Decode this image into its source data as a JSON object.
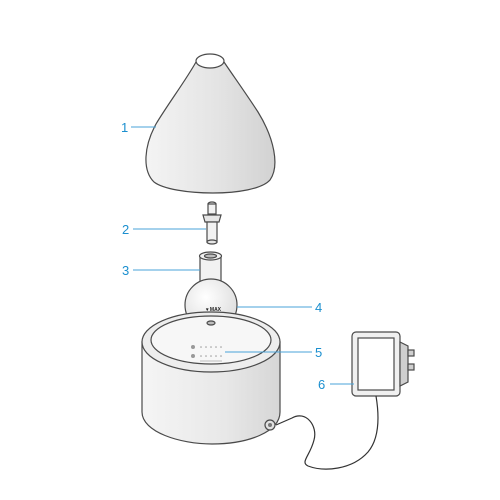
{
  "callouts": [
    {
      "id": "1",
      "label": "1"
    },
    {
      "id": "2",
      "label": "2"
    },
    {
      "id": "3",
      "label": "3"
    },
    {
      "id": "4",
      "label": "4"
    },
    {
      "id": "5",
      "label": "5"
    },
    {
      "id": "6",
      "label": "6"
    }
  ],
  "ring_marking": "MAX",
  "colors": {
    "callout": "#1b8fcf",
    "outline": "#4a4a4a",
    "body_fill": "#f2f2f2"
  }
}
